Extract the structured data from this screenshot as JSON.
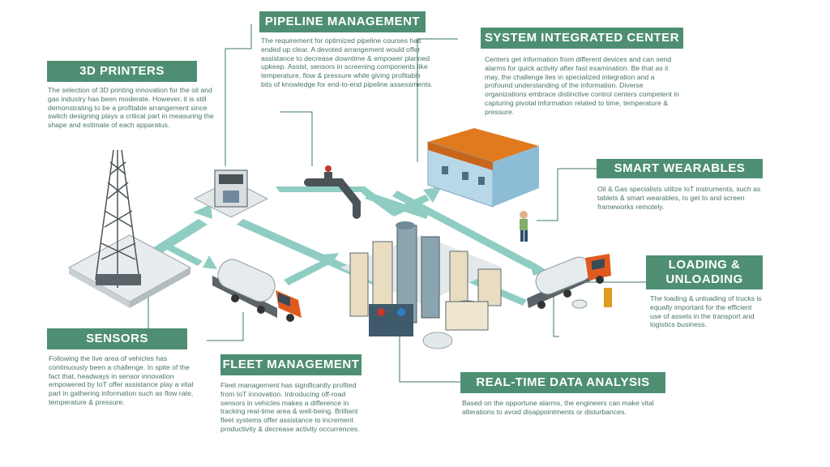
{
  "colors": {
    "header_bg": "#4e8f73",
    "header_text": "#ffffff",
    "body_text": "#4a7564",
    "flow_arrow": "#8fcdc2",
    "connector": "#3d7a60",
    "building_roof": "#e07a1e",
    "truck_cab": "#e05a1e"
  },
  "sections": {
    "pipeline": {
      "title": "PIPELINE MANAGEMENT",
      "text": "The requirement for optimized pipeline courses has ended up clear. A devoted arrangement would offer assistance to decrease downtime & empower planned upkeep. Assist, sensors in screening components like temperature, flow & pressure while giving profitable bits of knowledge for end-to-end pipeline assessments."
    },
    "printers": {
      "title": "3D PRINTERS",
      "text": "The selection of 3D printing innovation for the oil and gas industry has been moderate. However, it is still demonstrating to be a profitable arrangement since switch designing plays a critical part in measuring the shape and estimate of each apparatus."
    },
    "system": {
      "title": "SYSTEM INTEGRATED CENTER",
      "text": "Centers get information from different devices and can send alarms for quick activity after fast examination. Be that as it may, the challenge lies in specialized integration and a profound understanding of the information. Diverse organizations embrace distinctive control centers competent in capturing pivotal information related to time, temperature & pressure."
    },
    "wearables": {
      "title": "SMART WEARABLES",
      "text": "Oil & Gas specialists utilize IoT instruments, such as tablets & smart wearables, to get to and screen frameworks remotely."
    },
    "loading": {
      "title_line1": "LOADING &",
      "title_line2": "UNLOADING",
      "text": "The loading & unloading of trucks is equally important for the efficient use of assets in the transport and logistics business."
    },
    "sensors": {
      "title": "SENSORS",
      "text": "Following the live area of vehicles has continuously been a challenge. In spite of the fact that, headways in sensor innovation empowered by IoT offer assistance play a vital part in gathering information such as flow rate, temperature & pressure."
    },
    "fleet": {
      "title": "FLEET MANAGEMENT",
      "text": "Fleet management has significantly profited from IoT innovation. Introducing off-road sensors in vehicles makes a difference in tracking real-time area & well-being. Brilliant fleet systems offer assistance to increment productivity & decrease activity occurrences."
    },
    "realtime": {
      "title": "REAL-TIME DATA ANALYSIS",
      "text": "Based on the opportune alarms, the engineers can make vital alterations to avoid disappointments or disturbances."
    }
  }
}
